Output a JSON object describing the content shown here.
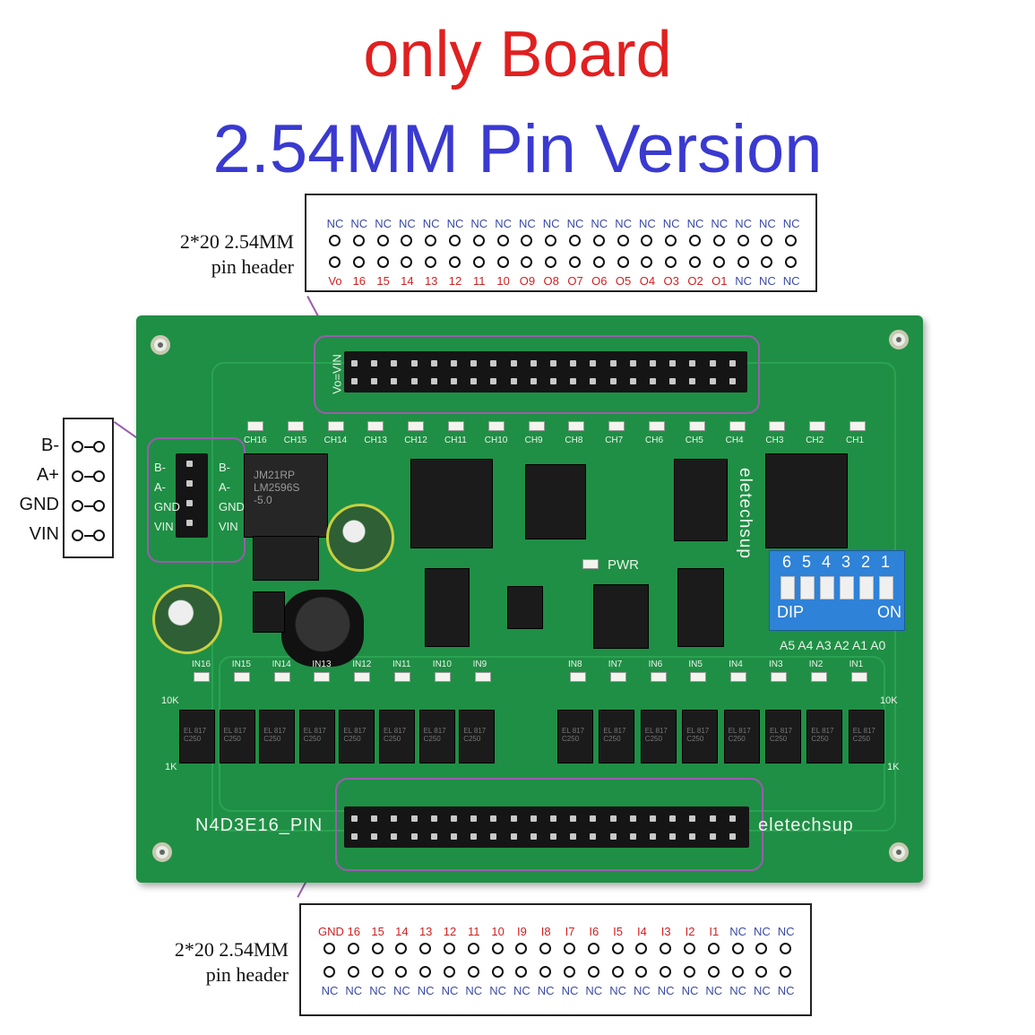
{
  "titles": {
    "line1": "only Board",
    "line2": "2.54MM Pin Version"
  },
  "top_header": {
    "label_line1": "2*20 2.54MM",
    "label_line2": "pin header",
    "row1": [
      "NC",
      "NC",
      "NC",
      "NC",
      "NC",
      "NC",
      "NC",
      "NC",
      "NC",
      "NC",
      "NC",
      "NC",
      "NC",
      "NC",
      "NC",
      "NC",
      "NC",
      "NC",
      "NC",
      "NC"
    ],
    "row2": [
      "Vo",
      "16",
      "15",
      "14",
      "13",
      "12",
      "11",
      "10",
      "O9",
      "O8",
      "O7",
      "O6",
      "O5",
      "O4",
      "O3",
      "O2",
      "O1",
      "NC",
      "NC",
      "NC"
    ],
    "row2_colors": [
      "red",
      "red",
      "red",
      "red",
      "red",
      "red",
      "red",
      "red",
      "red",
      "red",
      "red",
      "red",
      "red",
      "red",
      "red",
      "red",
      "red",
      "blue",
      "blue",
      "blue"
    ]
  },
  "bottom_header": {
    "label_line1": "2*20 2.54MM",
    "label_line2": "pin header",
    "row1": [
      "GND",
      "16",
      "15",
      "14",
      "13",
      "12",
      "11",
      "10",
      "I9",
      "I8",
      "I7",
      "I6",
      "I5",
      "I4",
      "I3",
      "I2",
      "I1",
      "NC",
      "NC",
      "NC"
    ],
    "row1_colors": [
      "red",
      "red",
      "red",
      "red",
      "red",
      "red",
      "red",
      "red",
      "red",
      "red",
      "red",
      "red",
      "red",
      "red",
      "red",
      "red",
      "red",
      "blue",
      "blue",
      "blue"
    ],
    "row2": [
      "NC",
      "NC",
      "NC",
      "NC",
      "NC",
      "NC",
      "NC",
      "NC",
      "NC",
      "NC",
      "NC",
      "NC",
      "NC",
      "NC",
      "NC",
      "NC",
      "NC",
      "NC",
      "NC",
      "NC"
    ]
  },
  "rs485": {
    "labels": [
      "B-",
      "A+",
      "GND",
      "VIN"
    ]
  },
  "board": {
    "model": "N4D3E16_PIN",
    "brand": "eletechsup",
    "brand_vertical": "eletechsup",
    "pwr": "PWR",
    "top_silk": "Vo=VIN",
    "header_side_labels": [
      "B-",
      "A-",
      "GND",
      "VIN"
    ],
    "header_side_labels_left": [
      "B-",
      "A-",
      "GND",
      "VIN"
    ],
    "ch_labels": [
      "CH16",
      "CH15",
      "CH14",
      "CH13",
      "CH12",
      "CH11",
      "CH10",
      "CH9",
      "CH8",
      "CH7",
      "CH6",
      "CH5",
      "CH4",
      "CH3",
      "CH2",
      "CH1"
    ],
    "in_labels_left": [
      "IN16",
      "IN15",
      "IN14",
      "IN13",
      "IN12",
      "IN11",
      "IN10",
      "IN9"
    ],
    "in_labels_right": [
      "IN8",
      "IN7",
      "IN6",
      "IN5",
      "IN4",
      "IN3",
      "IN2",
      "IN1"
    ],
    "dip_numbers": [
      "6",
      "5",
      "4",
      "3",
      "2",
      "1"
    ],
    "dip_text": "DIP",
    "dip_on": "ON",
    "dip_addr": "A5 A4 A3 A2 A1 A0",
    "res_10k": "10K",
    "res_1k": "1K",
    "regulator": "JM21RP LM2596S -5.0",
    "opto": "EL 817 C250"
  }
}
